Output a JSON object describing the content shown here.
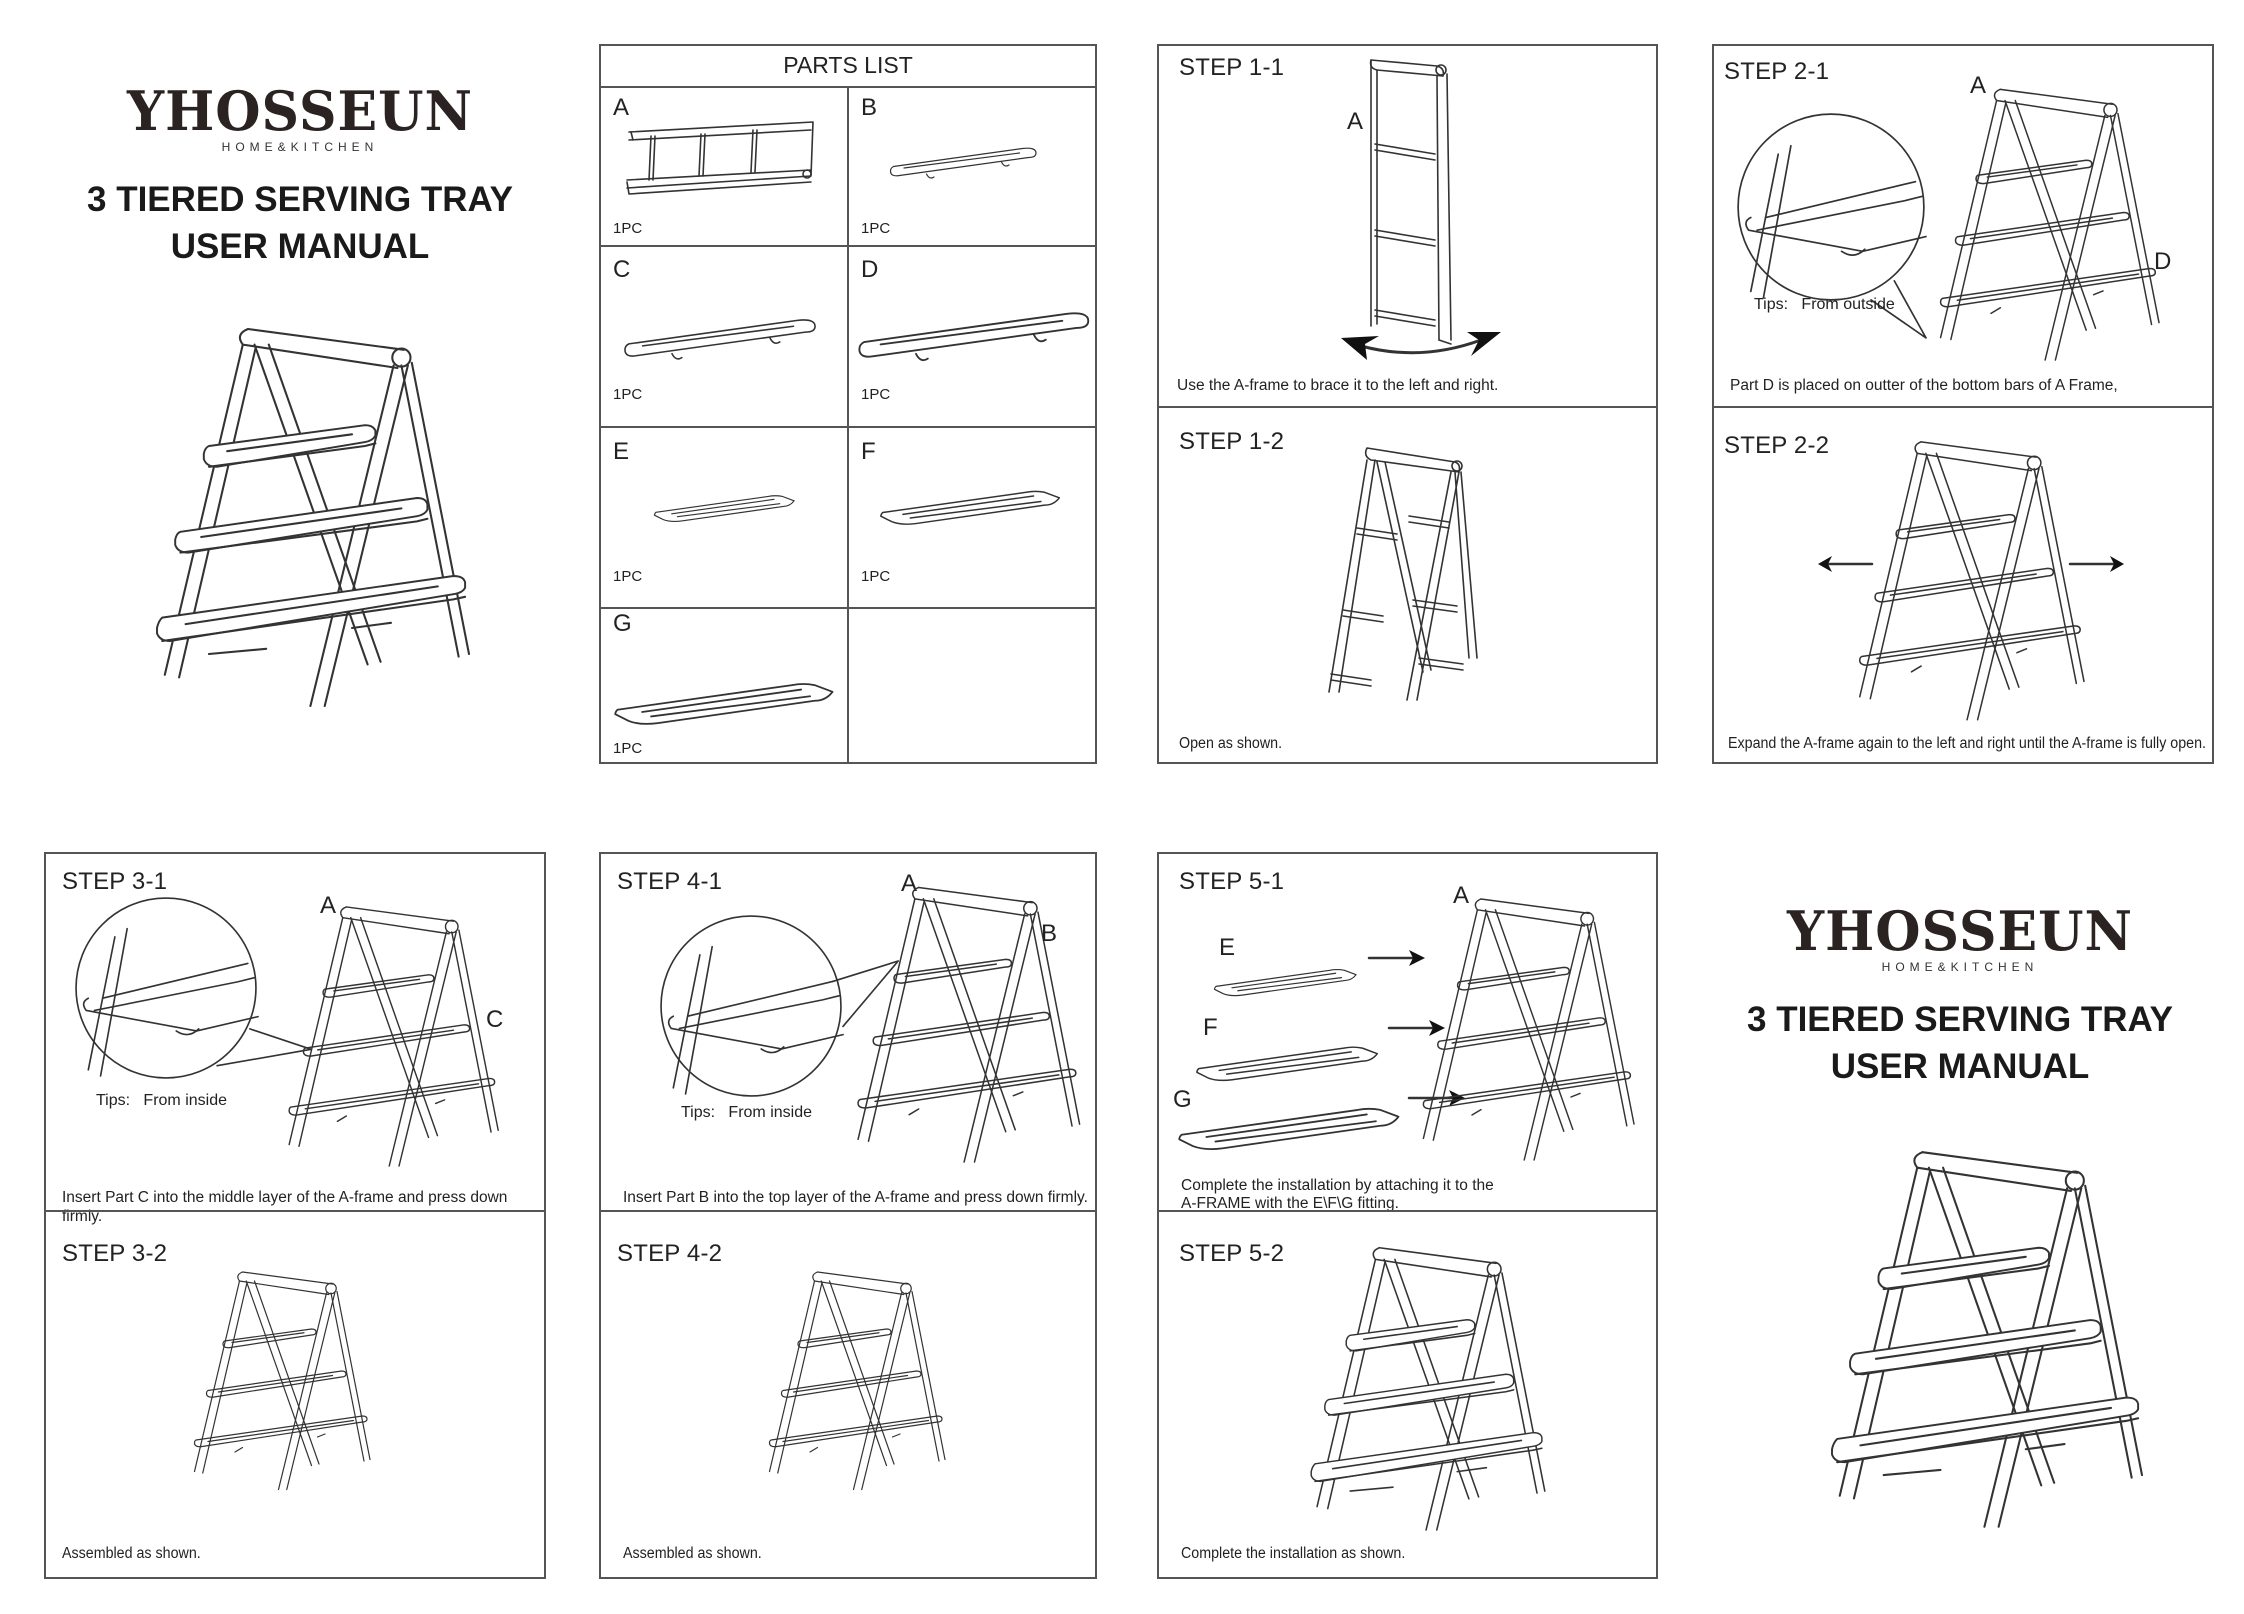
{
  "cover_left": {
    "brand": "YHOSSEUN",
    "brand_sub": "HOME&KITCHEN",
    "title_line1": "3 TIERED SERVING TRAY",
    "title_line2": "USER MANUAL"
  },
  "cover_right": {
    "brand": "YHOSSEUN",
    "brand_sub": "HOME&KITCHEN",
    "title_line1": "3 TIERED SERVING TRAY",
    "title_line2": "USER MANUAL"
  },
  "parts_list": {
    "title": "PARTS LIST",
    "parts": [
      {
        "letter": "A",
        "qty": "1PC",
        "icon": "a-frame-ladder-icon"
      },
      {
        "letter": "B",
        "qty": "1PC",
        "icon": "small-rack-icon"
      },
      {
        "letter": "C",
        "qty": "1PC",
        "icon": "medium-rack-icon"
      },
      {
        "letter": "D",
        "qty": "1PC",
        "icon": "large-rack-icon"
      },
      {
        "letter": "E",
        "qty": "1PC",
        "icon": "small-tray-icon"
      },
      {
        "letter": "F",
        "qty": "1PC",
        "icon": "medium-tray-icon"
      },
      {
        "letter": "G",
        "qty": "1PC",
        "icon": "large-tray-icon"
      }
    ]
  },
  "steps": {
    "s1_1": {
      "title": "STEP 1-1",
      "label_a": "A",
      "caption": "Use the A-frame to brace it to the left and right."
    },
    "s1_2": {
      "title": "STEP 1-2",
      "caption": "Open as shown."
    },
    "s2_1": {
      "title": "STEP 2-1",
      "label_a": "A",
      "label_d": "D",
      "tips": "Tips:   From outside",
      "caption": "Part D is placed on outter of the bottom bars of  A Frame,"
    },
    "s2_2": {
      "title": "STEP 2-2",
      "caption": "Expand the A-frame again to the left and right until the A-frame is fully open."
    },
    "s3_1": {
      "title": "STEP 3-1",
      "label_a": "A",
      "label_c": "C",
      "tips": "Tips:   From inside",
      "caption": "Insert Part C into the middle layer of the A-frame and press down firmly."
    },
    "s3_2": {
      "title": "STEP 3-2",
      "caption": "Assembled as shown."
    },
    "s4_1": {
      "title": "STEP 4-1",
      "label_a": "A",
      "label_b": "B",
      "tips": "Tips:   From inside",
      "caption": "Insert Part B into the top layer of the A-frame and press down firmly."
    },
    "s4_2": {
      "title": "STEP 4-2",
      "caption": "Assembled as shown."
    },
    "s5_1": {
      "title": "STEP 5-1",
      "label_a": "A",
      "label_e": "E",
      "label_f": "F",
      "label_g": "G",
      "caption_line1": "Complete the installation by attaching it to the",
      "caption_line2": "A-FRAME with the E\\F\\G fitting."
    },
    "s5_2": {
      "title": "STEP 5-2",
      "caption": "Complete the installation as shown."
    }
  },
  "colors": {
    "line": "#555555",
    "text": "#222222",
    "background": "#ffffff"
  }
}
